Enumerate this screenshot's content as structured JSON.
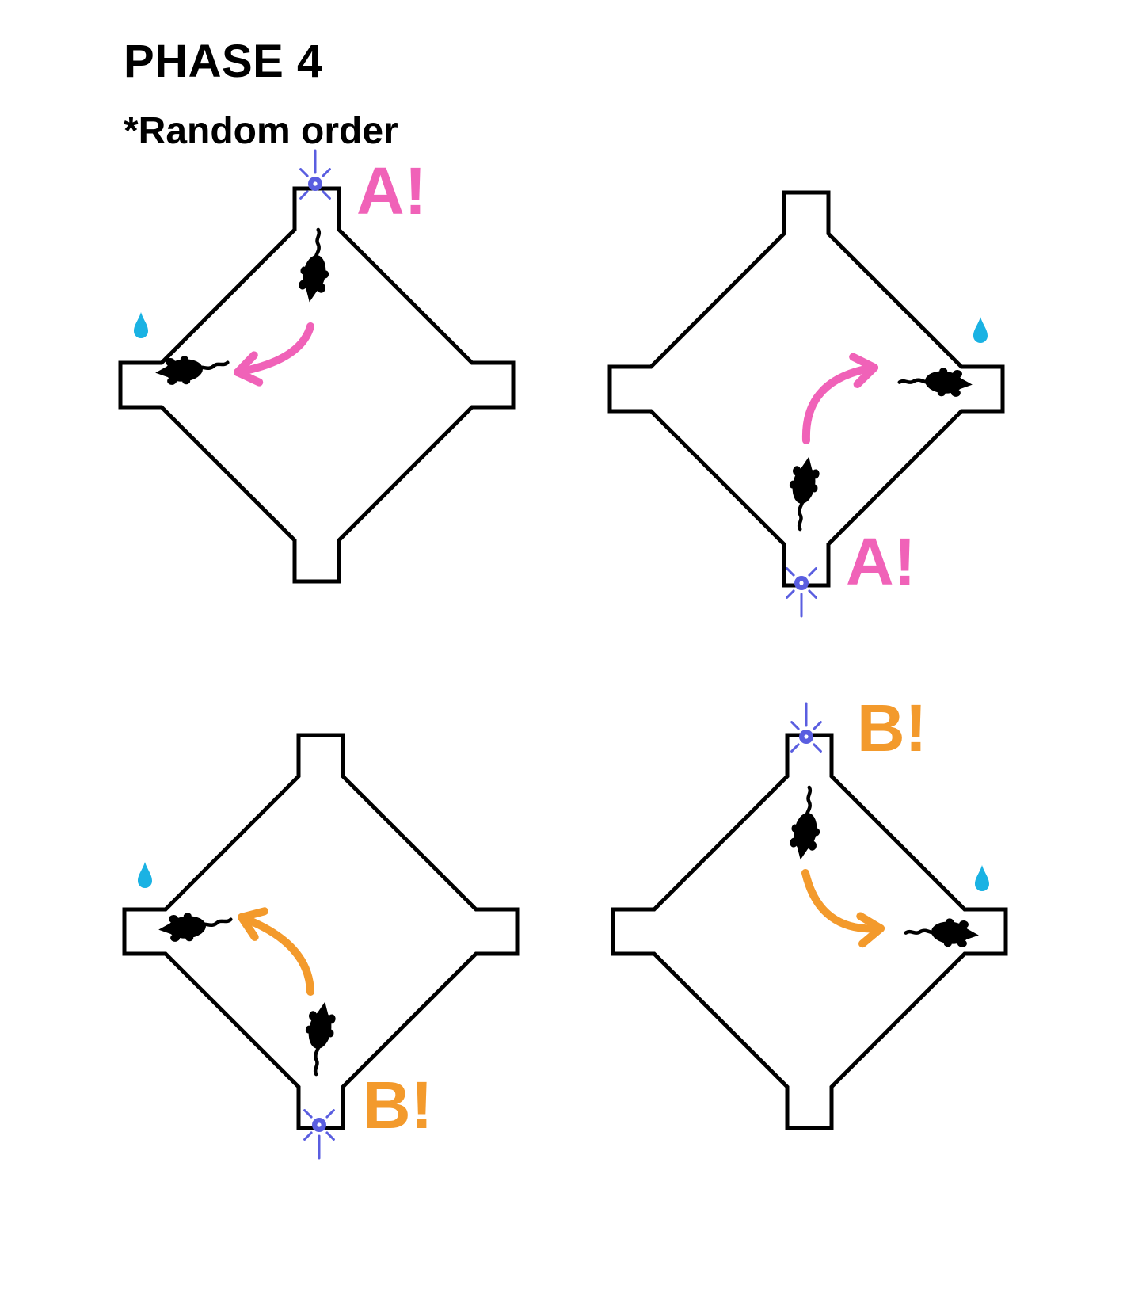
{
  "title": "PHASE 4",
  "subtitle": "*Random order",
  "colors": {
    "cue_a": "#f062b8",
    "cue_b": "#f39a2c",
    "light": "#5a5ee0",
    "water": "#1ab2e3",
    "maze": "#000000"
  },
  "panels": [
    {
      "cue_label": "A!",
      "cue_color": "#f062b8",
      "light_arm": "top",
      "water_arm": "left",
      "start_arm": "top",
      "goal_arm": "left",
      "icons": [
        "maze-icon",
        "light-icon",
        "water-drop-icon",
        "mouse-icon",
        "arrow-icon"
      ]
    },
    {
      "cue_label": "A!",
      "cue_color": "#f062b8",
      "light_arm": "bottom",
      "water_arm": "right",
      "start_arm": "bottom",
      "goal_arm": "right",
      "icons": [
        "maze-icon",
        "light-icon",
        "water-drop-icon",
        "mouse-icon",
        "arrow-icon"
      ]
    },
    {
      "cue_label": "B!",
      "cue_color": "#f39a2c",
      "light_arm": "bottom",
      "water_arm": "left",
      "start_arm": "bottom",
      "goal_arm": "left",
      "icons": [
        "maze-icon",
        "light-icon",
        "water-drop-icon",
        "mouse-icon",
        "arrow-icon"
      ]
    },
    {
      "cue_label": "B!",
      "cue_color": "#f39a2c",
      "light_arm": "top",
      "water_arm": "right",
      "start_arm": "top",
      "goal_arm": "right",
      "icons": [
        "maze-icon",
        "light-icon",
        "water-drop-icon",
        "mouse-icon",
        "arrow-icon"
      ]
    }
  ]
}
